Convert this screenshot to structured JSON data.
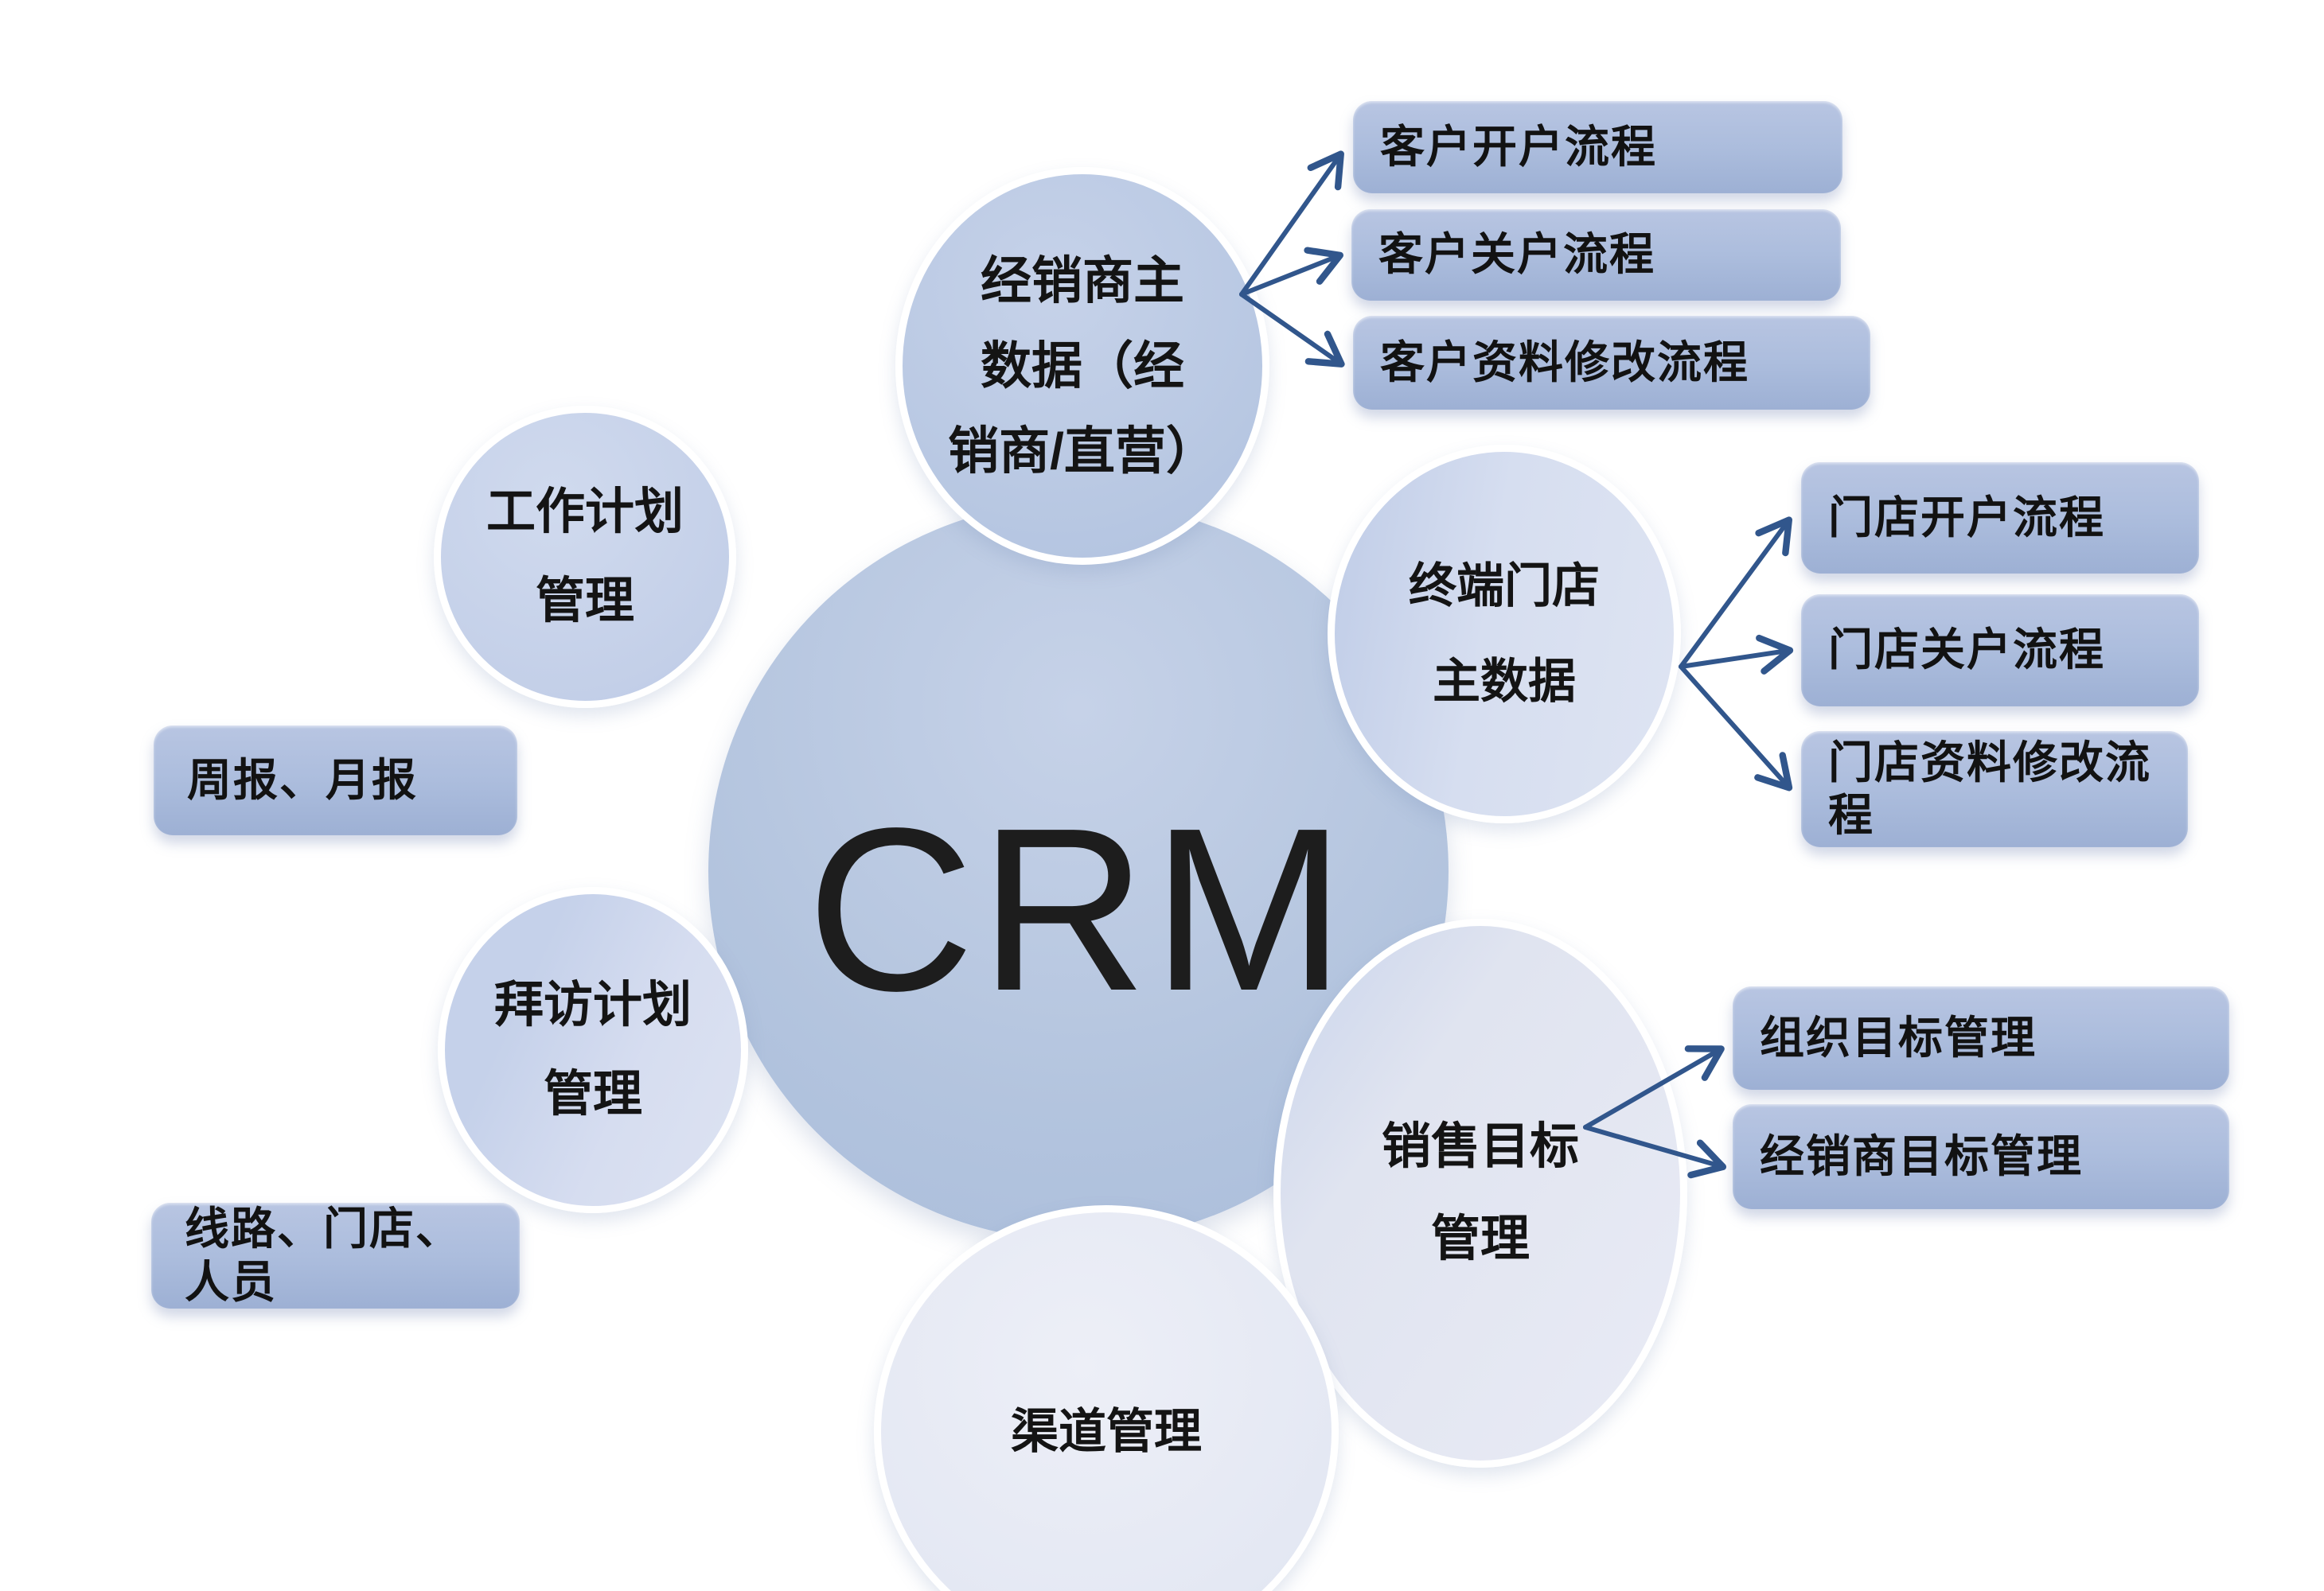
{
  "center": {
    "label": "CRM"
  },
  "circles": {
    "dealer_master": {
      "line1": "经销商主",
      "line2": "数据（经",
      "line3": "销商/直营）"
    },
    "work_plan": {
      "line1": "工作计划",
      "line2": "管理"
    },
    "visit_plan": {
      "line1": "拜访计划",
      "line2": "管理"
    },
    "store_master": {
      "line1": "终端门店",
      "line2": "主数据"
    },
    "sales_target": {
      "line1": "销售目标",
      "line2": "管理"
    },
    "channel": {
      "line1": "渠道管理"
    }
  },
  "flow_boxes": {
    "customer_open": "客户开户流程",
    "customer_close": "客户关户流程",
    "customer_modify": "客户资料修改流程",
    "store_open": "门店开户流程",
    "store_close": "门店关户流程",
    "store_modify": "门店资料修改流程",
    "org_target": "组织目标管理",
    "dealer_target": "经销商目标管理"
  },
  "note_boxes": {
    "work_plan_note": "周报、月报",
    "visit_plan_note": "线路、门店、人员"
  },
  "colors": {
    "background": "#ffffff",
    "center_circle_fill": "#b3c4de",
    "dark_satellite_fill": "#bcc9e4",
    "light_satellite_fill": "#e5e8f2",
    "box_fill": "#aebfdd",
    "arrow": "#31568c",
    "text": "#141414"
  }
}
